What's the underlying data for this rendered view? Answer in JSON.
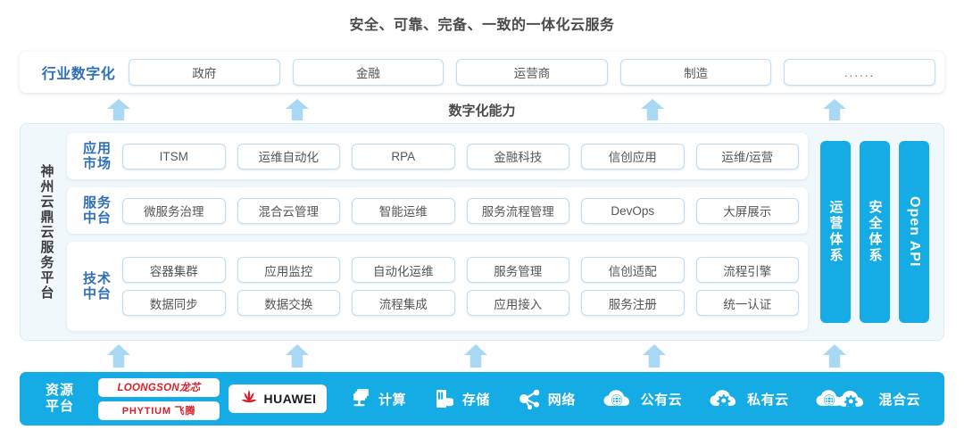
{
  "title": "安全、可靠、完备、一致的一体化云服务",
  "capability_label": "数字化能力",
  "colors": {
    "primary_blue": "#15ace6",
    "arrow_blue": "#a8d8f3",
    "label_blue": "#2f6fb8",
    "panel_bg": "#f1f8fc",
    "pill_border": "#bfdcf0",
    "logo_red": "#d8202c"
  },
  "industry": {
    "label": "行业数字化",
    "items": [
      {
        "label": "政府"
      },
      {
        "label": "金融"
      },
      {
        "label": "运营商"
      },
      {
        "label": "制造"
      },
      {
        "label": "......"
      }
    ]
  },
  "platform": {
    "vertical_label": "神州云鼎云服务平台",
    "layers": [
      {
        "name": "app-market",
        "label": "应用\n市场",
        "label_line1": "应用",
        "label_line2": "市场",
        "rows": [
          [
            "ITSM",
            "运维自动化",
            "RPA",
            "金融科技",
            "信创应用",
            "运维/运营"
          ]
        ]
      },
      {
        "name": "service-midend",
        "label_line1": "服务",
        "label_line2": "中台",
        "rows": [
          [
            "微服务治理",
            "混合云管理",
            "智能运维",
            "服务流程管理",
            "DevOps",
            "大屏展示"
          ]
        ]
      },
      {
        "name": "tech-midend",
        "label_line1": "技术",
        "label_line2": "中台",
        "rows": [
          [
            "容器集群",
            "应用监控",
            "自动化运维",
            "服务管理",
            "信创适配",
            "流程引擎"
          ],
          [
            "数据同步",
            "数据交换",
            "流程集成",
            "应用接入",
            "服务注册",
            "统一认证"
          ]
        ]
      }
    ],
    "vertical_bars": [
      {
        "label": "运营体系",
        "latin": false
      },
      {
        "label": "安全体系",
        "latin": false
      },
      {
        "label": "Open API",
        "latin": true
      }
    ]
  },
  "resource": {
    "label_line1": "资源",
    "label_line2": "平台",
    "logos": [
      {
        "name": "loongson",
        "text": "LOONGSON龙芯"
      },
      {
        "name": "phytium",
        "text": "PHYTIUM 飞腾"
      }
    ],
    "huawei": {
      "text": "HUAWEI"
    },
    "items": [
      {
        "icon": "compute-icon",
        "label": "计算"
      },
      {
        "icon": "storage-icon",
        "label": "存储"
      },
      {
        "icon": "network-icon",
        "label": "网络"
      },
      {
        "icon": "public-cloud-icon",
        "label": "公有云"
      },
      {
        "icon": "private-cloud-icon",
        "label": "私有云"
      },
      {
        "icon": "hybrid-cloud-icon",
        "label": "混合云"
      }
    ]
  },
  "arrows": {
    "middle_count": 4,
    "bottom_count": 5
  }
}
